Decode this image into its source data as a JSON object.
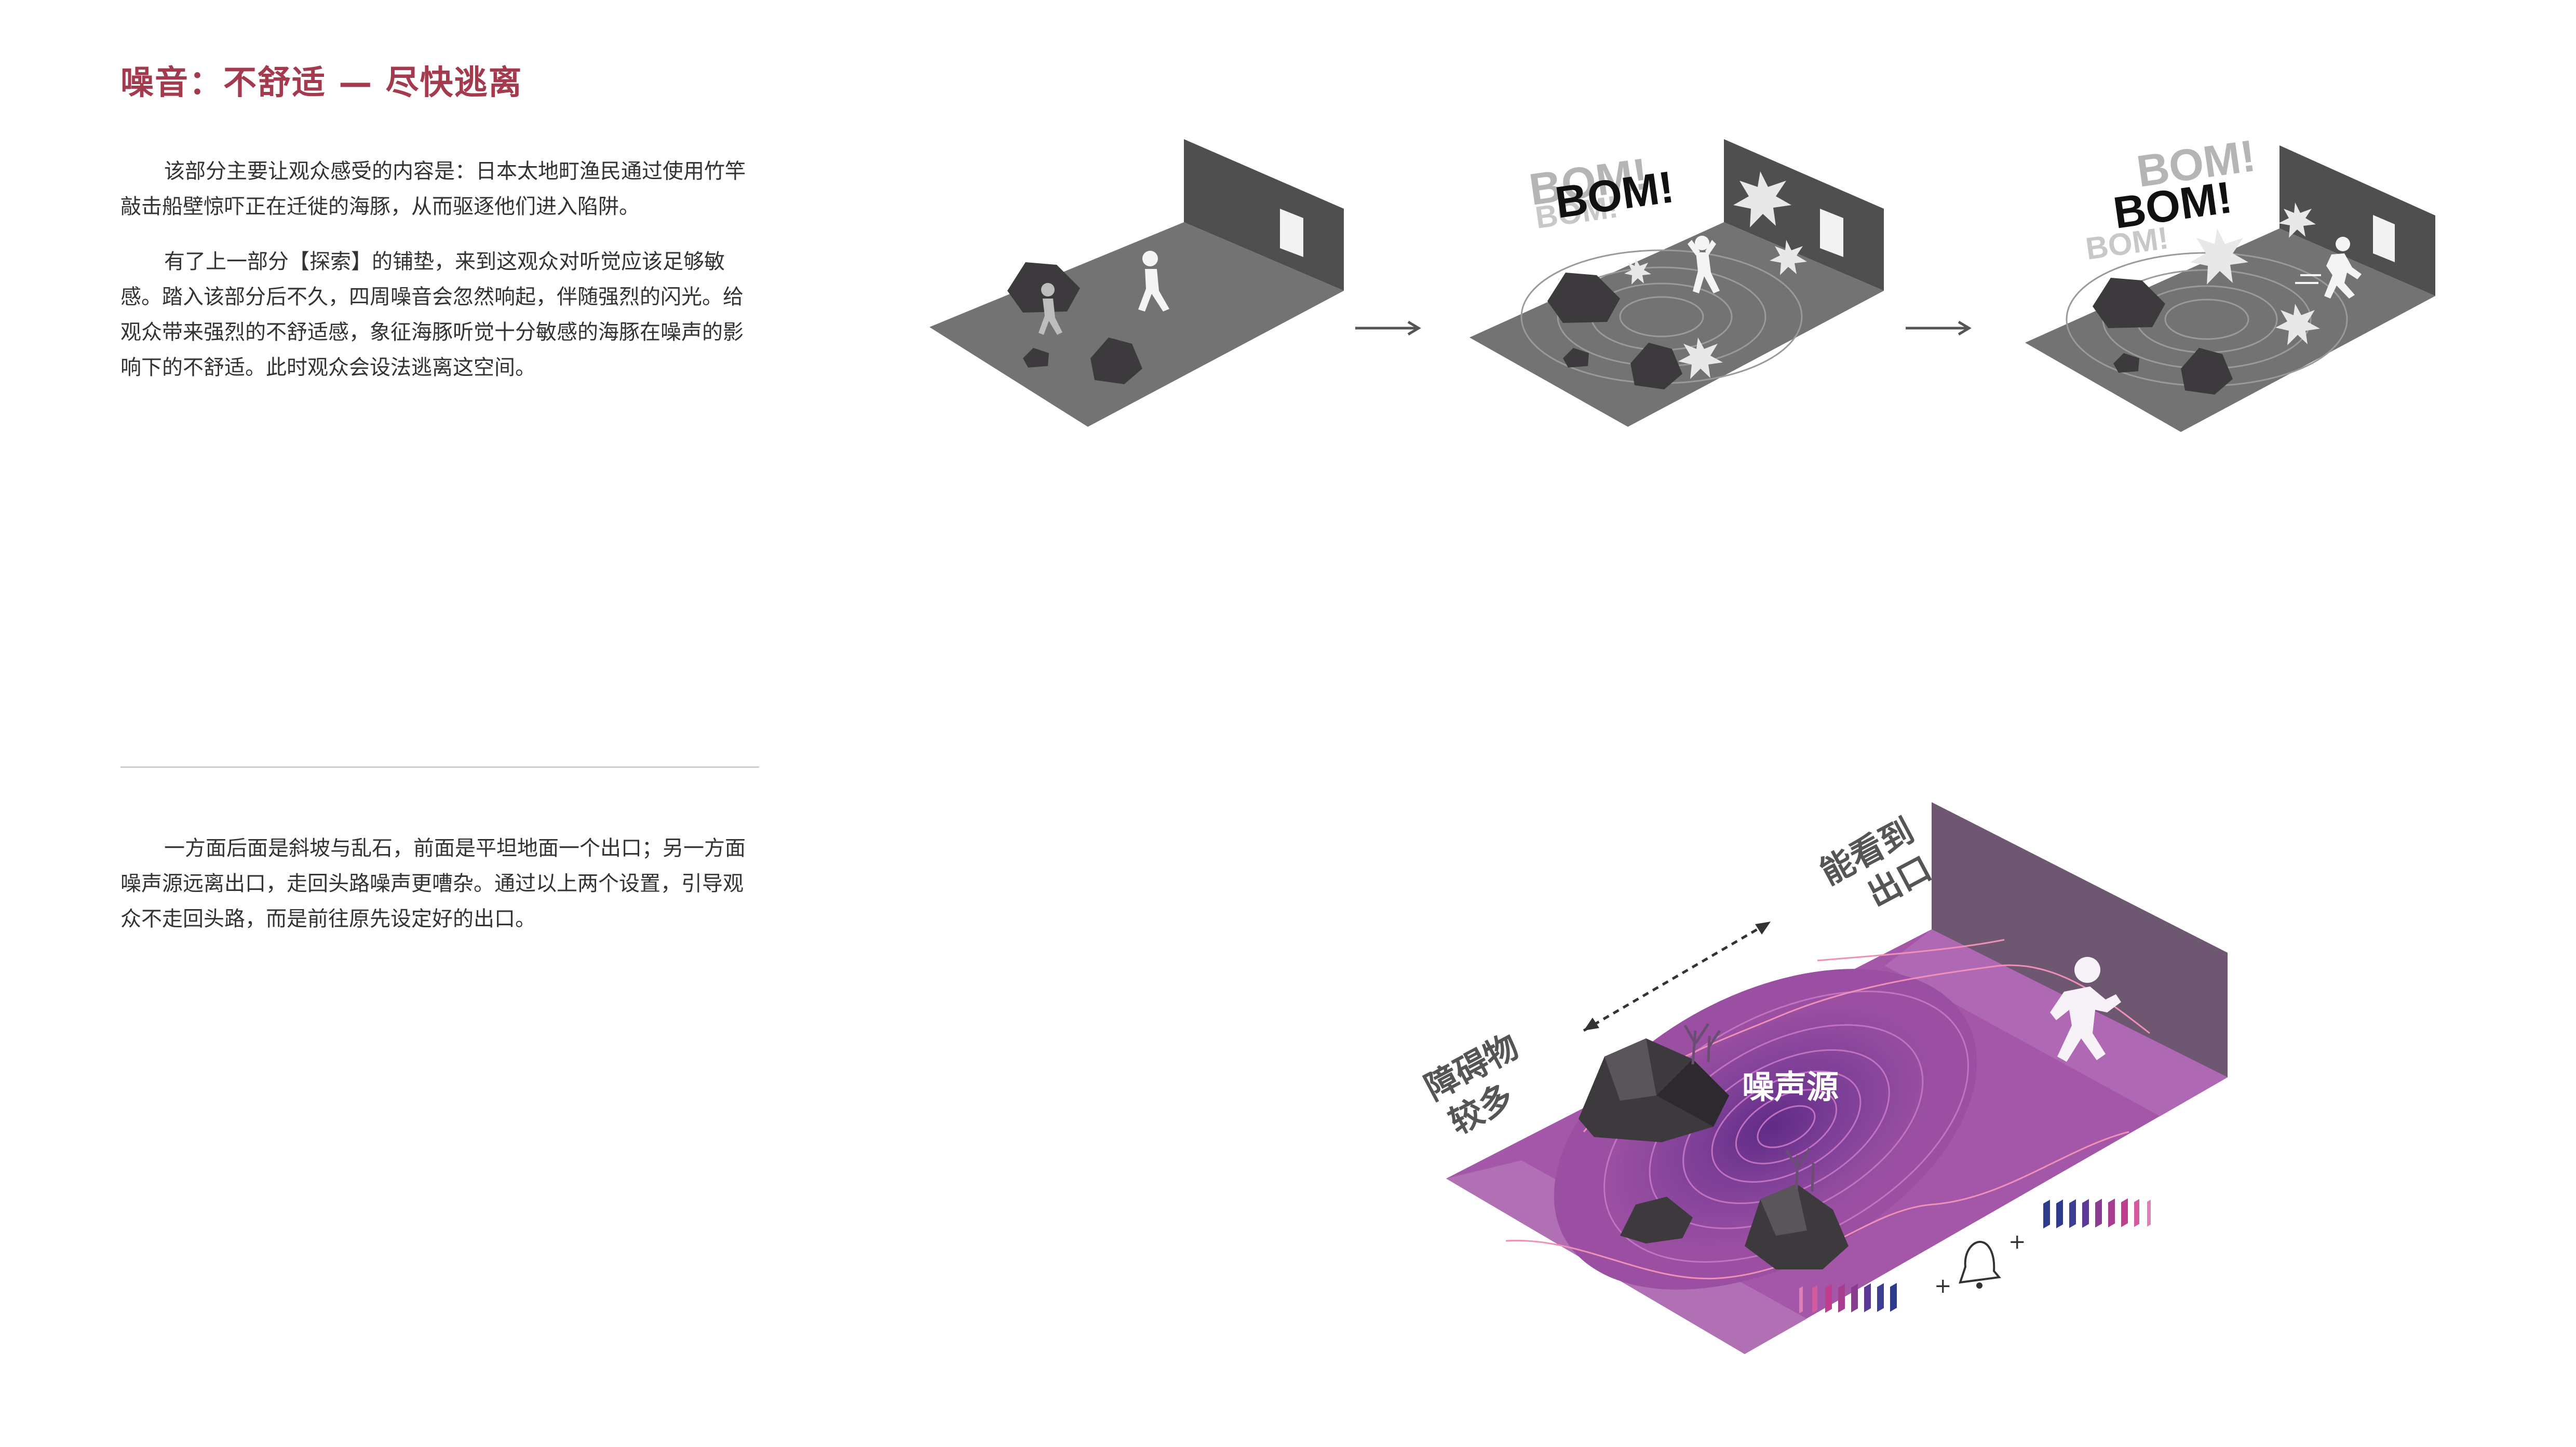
{
  "title": "噪音：不舒适 — 尽快逃离",
  "paragraphs": {
    "p1": "该部分主要让观众感受的内容是：日本太地町渔民通过使用竹竿敲击船壁惊吓正在迁徙的海豚，从而驱逐他们进入陷阱。",
    "p2": "有了上一部分【探索】的铺垫，来到这观众对听觉应该足够敏感。踏入该部分后不久，四周噪音会忽然响起，伴随强烈的闪光。给观众带来强烈的不舒适感，象征海豚听觉十分敏感的海豚在噪声的影响下的不舒适。此时观众会设法逃离这空间。",
    "p3": "一方面后面是斜坡与乱石，前面是平坦地面一个出口；另一方面噪声源远离出口，走回头路噪声更嘈杂。通过以上两个设置，引导观众不走回头路，而是前往原先设定好的出口。"
  },
  "sequence": {
    "bom": "BOM!",
    "bom_ghost": "BOM!",
    "bom_small": "BOM!"
  },
  "plan": {
    "exit_label_line1": "能看到",
    "exit_label_line2": "出口",
    "obstacle_label_line1": "障碍物",
    "obstacle_label_line2": "较多",
    "noise_source_label": "噪声源",
    "plus_sign": "+"
  },
  "icons": [
    "walking-person-icon",
    "startled-person-icon",
    "running-person-icon",
    "bell-icon",
    "arrow-right-icon",
    "double-arrow-icon"
  ],
  "colors": {
    "title": "#a33a4e",
    "floor_gray": "#737373",
    "wall_gray": "#4f4f4f",
    "rock": "#3d3a3d",
    "floor_purple": "#a457a8",
    "wall_purple": "#6d5771",
    "noise_core": "#5f2a86",
    "bar_blue": "#2e3a8c",
    "bar_pink": "#c13e8e"
  }
}
